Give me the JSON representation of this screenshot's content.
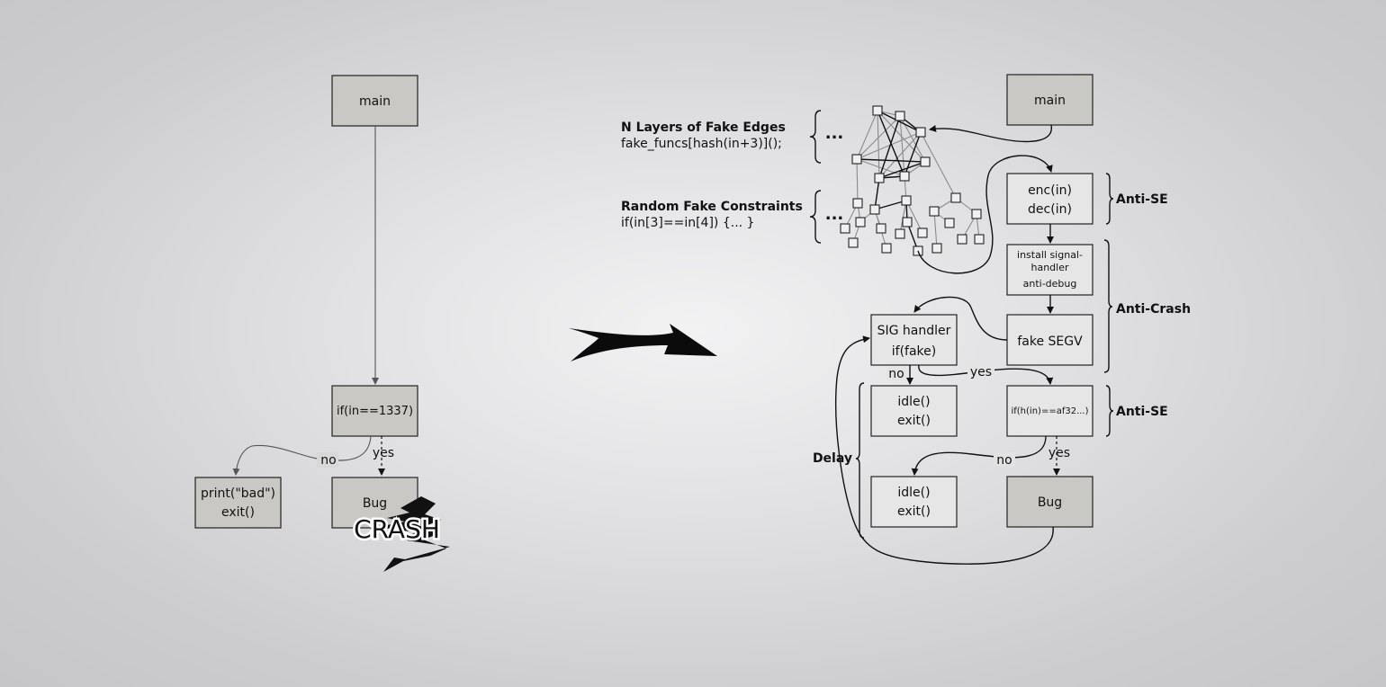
{
  "left": {
    "main": "main",
    "cond": "if(in==1337)",
    "bad_line1": "print(\"bad\")",
    "bad_line2": "exit()",
    "bug": "Bug",
    "no": "no",
    "yes": "yes",
    "crash": "CRASH"
  },
  "right": {
    "fake_edges_title": "N Layers of Fake Edges",
    "fake_edges_code": "fake_funcs[hash(in+3)]();",
    "fake_constraints_title": "Random Fake Constraints",
    "fake_constraints_code": "if(in[3]==in[4]) {... }",
    "ellipsis": "...",
    "main": "main",
    "enc": "enc(in)",
    "dec": "dec(in)",
    "install_line1": "install signal-",
    "install_line2": "handler",
    "install_line3": "anti-debug",
    "fake_segv": "fake SEGV",
    "sig_line1": "SIG handler",
    "sig_line2": "if(fake)",
    "idle1_line1": "idle()",
    "idle1_line2": "exit()",
    "hash_cond": "if(h(in)==af32...)",
    "idle2_line1": "idle()",
    "idle2_line2": "exit()",
    "bug": "Bug",
    "no1": "no",
    "yes1": "yes",
    "no2": "no",
    "yes2": "yes",
    "label_anti_se_1": "Anti-SE",
    "label_anti_crash": "Anti-Crash",
    "label_anti_se_2": "Anti-SE",
    "label_delay": "Delay"
  }
}
